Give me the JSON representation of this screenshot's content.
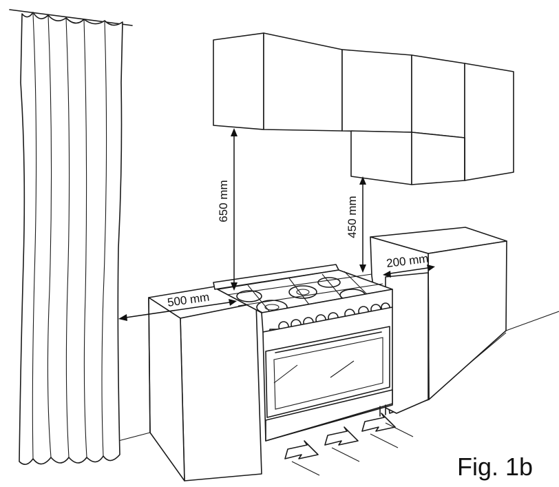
{
  "dimensions": {
    "upper_clearance": "650 mm",
    "side_upper_clearance": "450 mm",
    "left_side_clearance": "500 mm",
    "right_side_clearance": "200 mm"
  },
  "figure_label": "Fig. 1b",
  "icons": [
    "curtain",
    "upper-cabinet",
    "cooker",
    "burner",
    "control-knob",
    "oven-door",
    "airflow-arrow"
  ]
}
